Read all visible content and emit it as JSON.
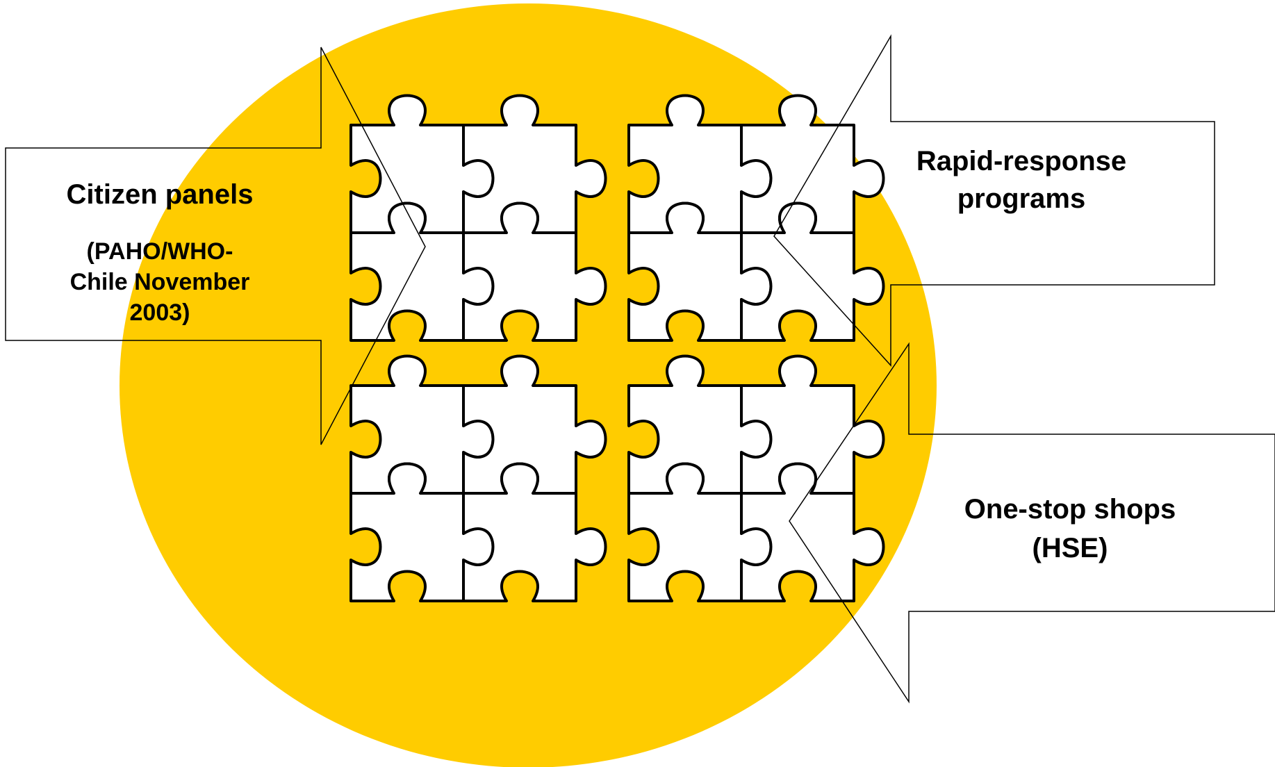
{
  "colors": {
    "ellipse": "#FFCC00",
    "piece_fill": "#ffffff",
    "piece_stroke": "#000000",
    "callout_stroke": "#000000"
  },
  "callouts": {
    "citizen_panels": {
      "title": "Citizen panels",
      "subtitle_lines": [
        "(PAHO/WHO-",
        "Chile November",
        "2003)"
      ]
    },
    "rapid_response": {
      "lines": [
        "Rapid-response",
        "programs"
      ]
    },
    "one_stop_shops": {
      "lines": [
        "One-stop shops",
        "(HSE)"
      ]
    }
  },
  "puzzle": {
    "icon": "jigsaw-puzzle-icon",
    "groups": 4,
    "pieces_per_group": 4
  }
}
